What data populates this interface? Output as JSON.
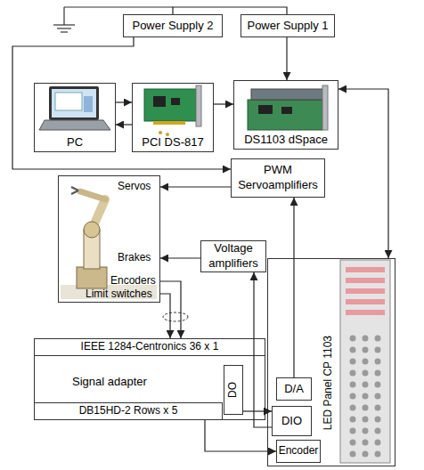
{
  "diagram": {
    "nodes": [
      {
        "text": [
          "Power Supply 2"
        ]
      },
      {
        "text": [
          "Power Supply 1"
        ]
      },
      {
        "text": [
          "PC"
        ]
      },
      {
        "text": [
          "PCI DS-817"
        ]
      },
      {
        "text": [
          "DS1103 dSpace"
        ]
      },
      {
        "text": [
          "PWM Servoamplifiers"
        ]
      },
      {
        "text": [
          "Servos",
          "Brakes",
          "Encoders",
          "Limit switches"
        ]
      },
      {
        "text": [
          "Voltage amplifiers"
        ]
      },
      {
        "text": [
          "Signal adapter"
        ]
      },
      {
        "text": [
          "IEEE 1284-Centronics 36 x 1"
        ],
        "in": 8
      },
      {
        "text": [
          "DO"
        ],
        "in": 8
      },
      {
        "text": [
          "DB15HD-2 Rows x 5"
        ],
        "in": 8
      },
      {
        "text": [
          "LED Panel CP 1103"
        ]
      },
      {
        "text": [
          "D/A"
        ],
        "in": 12
      },
      {
        "text": [
          "DIO"
        ],
        "in": 12
      },
      {
        "text": [
          "Encoder"
        ],
        "in": 12
      }
    ],
    "edges": [
      {
        "from": 2,
        "to": 3,
        "arrow": "to"
      },
      {
        "from": 3,
        "to": 2,
        "arrow": "to"
      },
      {
        "from": 3,
        "to": 4,
        "arrow": "to"
      },
      {
        "from": 0,
        "to": 1,
        "arrow": "none"
      },
      {
        "from": 1,
        "to": 4,
        "arrow": "to"
      },
      {
        "from": 0,
        "to": 5,
        "arrow": "to"
      },
      {
        "from": 4,
        "to": 12,
        "arrow": "both"
      },
      {
        "from": 5,
        "to": 6,
        "arrow": "to"
      },
      {
        "from": 7,
        "to": 6,
        "arrow": "to"
      },
      {
        "from": 13,
        "to": 5,
        "arrow": "to"
      },
      {
        "from": 14,
        "to": 7,
        "arrow": "to"
      },
      {
        "from": 10,
        "to": 14,
        "arrow": "to"
      },
      {
        "from": 6,
        "to": 9,
        "arrow": "to"
      },
      {
        "from": 6,
        "to": 9,
        "arrow": "to"
      },
      {
        "from": 11,
        "to": 15,
        "arrow": "to"
      }
    ]
  }
}
